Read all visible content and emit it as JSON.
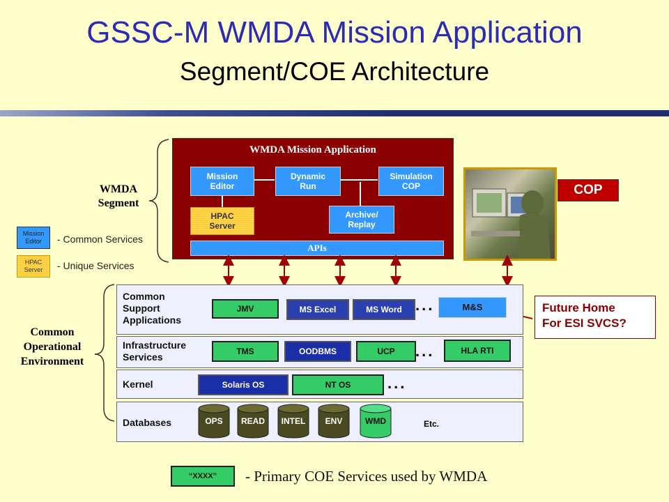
{
  "header": {
    "title": "GSSC-M WMDA Mission Application",
    "subtitle": "Segment/COE Architecture"
  },
  "left_labels": {
    "wmda_segment": [
      "WMDA",
      "Segment"
    ],
    "coe": [
      "Common",
      "Operational",
      "Environment"
    ]
  },
  "legend": {
    "mission_editor_swatch": [
      "Mission",
      "Editor"
    ],
    "hpac_swatch": [
      "HPAC",
      "Server"
    ],
    "common_services": "- Common Services",
    "unique_services": "- Unique Services",
    "primary_swatch": "“XXXX”",
    "primary_text": "- Primary COE Services used by WMDA"
  },
  "app": {
    "title": "WMDA Mission Application",
    "mission_editor": [
      "Mission",
      "Editor"
    ],
    "dynamic_run": [
      "Dynamic",
      "Run"
    ],
    "simulation_cop": [
      "Simulation",
      "COP"
    ],
    "hpac_server": [
      "HPAC",
      "Server"
    ],
    "archive_replay": [
      "Archive/",
      "Replay"
    ],
    "apis": "APIs"
  },
  "cop": {
    "label": "COP"
  },
  "layers": {
    "csa": {
      "label": [
        "Common",
        "Support",
        "Applications"
      ],
      "jmv": "JMV",
      "excel": "MS Excel",
      "word": "MS Word",
      "ms": "M&S"
    },
    "infra": {
      "label": [
        "Infrastructure",
        "Services"
      ],
      "tms": "TMS",
      "oodbms": "OODBMS",
      "ucp": "UCP",
      "hla": "HLA RTI"
    },
    "kernel": {
      "label": "Kernel",
      "solaris": "Solaris OS",
      "nt": "NT OS"
    },
    "db": {
      "label": "Databases",
      "items": [
        "OPS",
        "READ",
        "INTEL",
        "ENV",
        "WMD"
      ],
      "etc": "Etc."
    },
    "ellipsis": "..."
  },
  "future": {
    "line1": "Future Home",
    "line2": "For ESI SVCS?"
  },
  "colors": {
    "title": "#2b2bb5",
    "app_bg": "#8b0000",
    "common_box": "#3399ff",
    "unique_box": "#ffcc33",
    "primary_box": "#33cc66",
    "cop_box": "#c00000",
    "arrow": "#a00000"
  }
}
